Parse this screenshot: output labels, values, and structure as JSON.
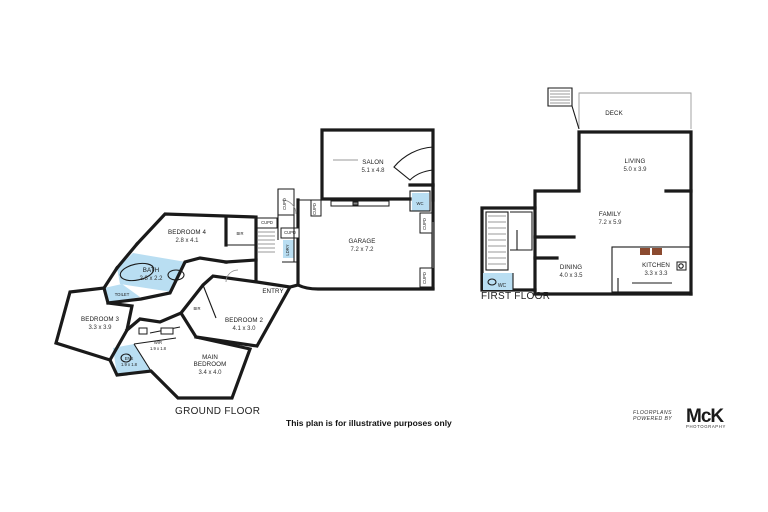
{
  "ground_floor": {
    "title": "GROUND FLOOR",
    "rooms": {
      "salon": {
        "name": "SALON",
        "dim": "5.1 x 4.8"
      },
      "garage": {
        "name": "GARAGE",
        "dim": "7.2 x 7.2"
      },
      "bedroom4": {
        "name": "BEDROOM 4",
        "dim": "2.8 x 4.1"
      },
      "bath": {
        "name": "BATH",
        "dim": "2.8 x 2.2"
      },
      "bedroom3": {
        "name": "BEDROOM 3",
        "dim": "3.3 x 3.9"
      },
      "bedroom2": {
        "name": "BEDROOM 2",
        "dim": "4.1 x 3.0"
      },
      "main_bedroom": {
        "name": "MAIN",
        "name2": "BEDROOM",
        "dim": "3.4 x 4.0"
      },
      "entry": {
        "name": "ENTRY"
      }
    },
    "small_labels": {
      "bir_bed4": "BIR",
      "bir_bed2": "BIR",
      "cupd_a": "CUPD",
      "cupd_b": "CUPD",
      "cupd_c": "CUPD",
      "cupd_d": "CUPD",
      "cupd_e": "CUPD",
      "cupd_f": "CUPD",
      "wc": "WC",
      "toilet": "TOILET",
      "ens": "ENS",
      "ens_dim": "1.9 x 1.8",
      "wir": "WIR",
      "wir_dim": "1.9 x 1.8",
      "ldry": "LDRY"
    }
  },
  "first_floor": {
    "title": "FIRST FLOOR",
    "rooms": {
      "deck": {
        "name": "DECK"
      },
      "living": {
        "name": "LIVING",
        "dim": "5.0 x 3.9"
      },
      "family": {
        "name": "FAMILY",
        "dim": "7.2 x 5.9"
      },
      "dining": {
        "name": "DINING",
        "dim": "4.0 x 3.5"
      },
      "kitchen": {
        "name": "KITCHEN",
        "dim": "3.3 x 3.3"
      },
      "wc": {
        "name": "WC"
      }
    }
  },
  "disclaimer": "This plan is for illustrative purposes only",
  "branding": {
    "line1": "FLOORPLANS",
    "line2": "POWERED BY",
    "logo": "McK",
    "sub": "PHOTOGRAPHY"
  },
  "colors": {
    "wall": "#1a1a1a",
    "wet_area": "#b9def2",
    "background": "#ffffff"
  }
}
